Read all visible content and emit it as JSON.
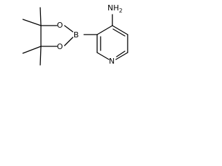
{
  "molecule": {
    "atoms": {
      "nh2": {
        "main": "NH",
        "sub": "2"
      },
      "o_top": "O",
      "o_bottom": "O",
      "boron": "B",
      "nitrogen": "N"
    }
  }
}
